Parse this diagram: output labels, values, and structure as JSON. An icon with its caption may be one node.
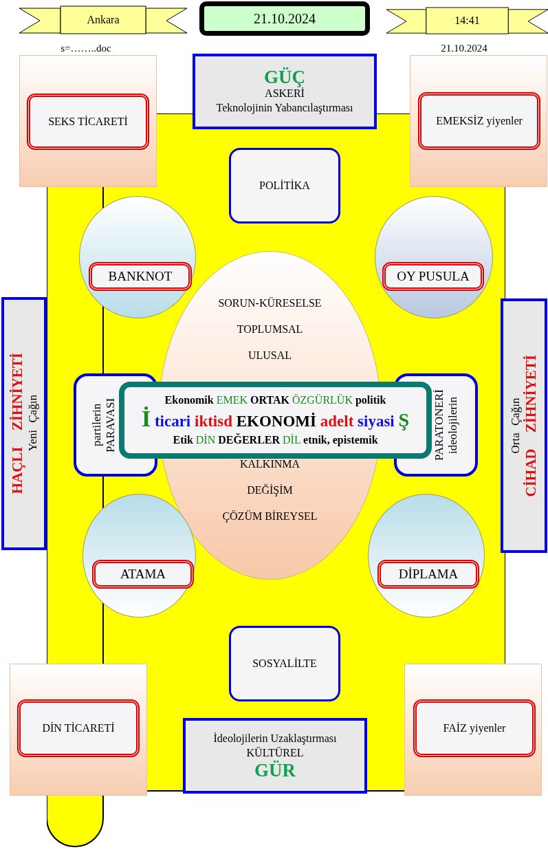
{
  "diagram": {
    "nodes": [
      {
        "text": [
          "Ankara"
        ]
      },
      {
        "text": [
          "21.10.2024"
        ]
      },
      {
        "text": [
          "14:41"
        ]
      },
      {
        "text": [],
        "shape": "scroll"
      },
      {
        "text": [],
        "shape": "box"
      },
      {
        "text": [
          "SEKS TİCARETİ"
        ],
        "in": 4
      },
      {
        "text": [
          "GÜÇ",
          "ASKERİ",
          "Teknolojinin Yabancılaştırması"
        ]
      },
      {
        "text": [],
        "shape": "box"
      },
      {
        "text": [
          "EMEKSİZ yiyenler"
        ],
        "in": 7
      },
      {
        "text": [
          "POLİTİKA"
        ],
        "in": 3
      },
      {
        "text": [],
        "shape": "ellipse",
        "in": 3
      },
      {
        "text": [
          "BANKNOT"
        ],
        "in": 10
      },
      {
        "text": [],
        "shape": "ellipse",
        "in": 3
      },
      {
        "text": [
          "OY PUSULA"
        ],
        "in": 12
      },
      {
        "text": [
          "HAÇLI ZİHNİYETİ",
          "Yeni Çağın"
        ]
      },
      {
        "text": [
          "SORUN-KÜRESELSE",
          "TOPLUMSAL",
          "ULUSAL",
          "KALKINMA",
          "DEĞİŞİM",
          "ÇÖZÜM BİREYSEL"
        ],
        "in": 3
      },
      {
        "text": [
          "partilerin PARAVASI"
        ],
        "in": 3
      },
      {
        "text": [
          "Ekonomik EMEK ORTAK ÖZGÜRLÜK politik",
          "İ ticari iktisd EKONOMİ adelt siyasi Ş",
          "Etik DİN DEĞERLER DİL etnik, epistemik"
        ],
        "in": 3
      },
      {
        "text": [
          "PARATONERİ ideolojilerin"
        ],
        "in": 3
      },
      {
        "text": [
          "Orta Çağın",
          "CİHAD ZİHNİYETİ"
        ]
      },
      {
        "text": [],
        "shape": "ellipse",
        "in": 3
      },
      {
        "text": [
          "ATAMA"
        ],
        "in": 20
      },
      {
        "text": [],
        "shape": "ellipse",
        "in": 3
      },
      {
        "text": [
          "DİPLAMA"
        ],
        "in": 22
      },
      {
        "text": [
          "SOSYALİLTE"
        ],
        "in": 3
      },
      {
        "text": [],
        "shape": "box"
      },
      {
        "text": [
          "DİN TİCARETİ"
        ],
        "in": 25
      },
      {
        "text": [
          "İdeolojilerin Uzaklaştırması",
          "KÜLTÜREL",
          "GÜR"
        ],
        "in": 3
      },
      {
        "text": [],
        "shape": "box"
      },
      {
        "text": [
          "FAİZ yiyenler"
        ],
        "in": 28
      }
    ],
    "labels": [
      "s=……..doc",
      "21.10.2024"
    ]
  }
}
